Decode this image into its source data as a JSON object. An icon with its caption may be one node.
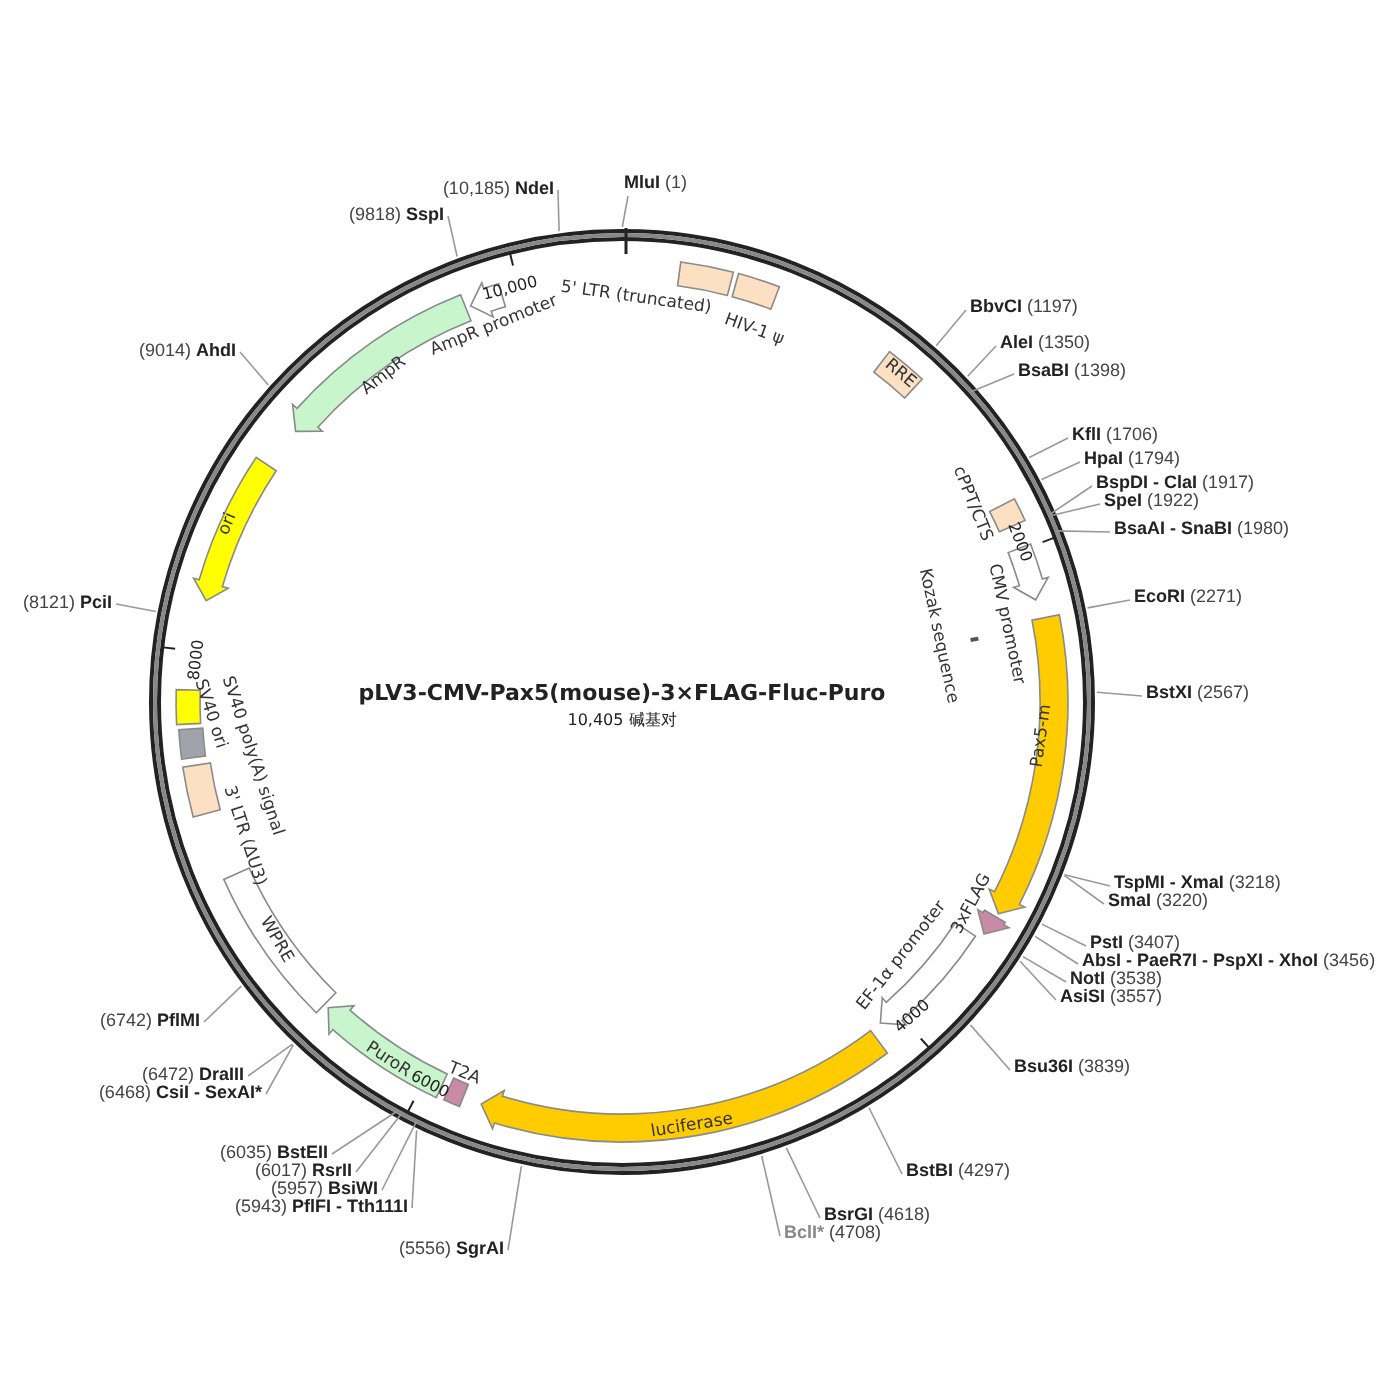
{
  "diagram": {
    "title": "pLV3-CMV-Pax5(mouse)-3×FLAG-Fluc-Puro",
    "nodes": [
      {
        "text": [
          "5' LTR (truncated)"
        ]
      },
      {
        "text": [
          "HIV-1 ψ"
        ]
      },
      {
        "text": [
          "RRE"
        ]
      },
      {
        "text": [
          "cPPT/CTS"
        ]
      },
      {
        "text": [
          "CMV promoter"
        ]
      },
      {
        "text": [
          "Kozak sequence"
        ]
      },
      {
        "text": [
          "Pax5-m"
        ]
      },
      {
        "text": [
          "3xFLAG"
        ]
      },
      {
        "text": [
          "EF-1α promoter"
        ]
      },
      {
        "text": [
          "luciferase"
        ]
      },
      {
        "text": [
          "T2A"
        ]
      },
      {
        "text": [
          "PuroR"
        ]
      },
      {
        "text": [
          "WPRE"
        ]
      },
      {
        "text": [
          "3' LTR (ΔU3)"
        ]
      },
      {
        "text": [
          "SV40 ori"
        ]
      },
      {
        "text": [
          "SV40 poly(A) signal"
        ]
      },
      {
        "text": [
          "ori"
        ]
      },
      {
        "text": [
          "AmpR"
        ]
      },
      {
        "text": [
          "AmpR promoter"
        ]
      },
      {
        "text": [
          "MluI",
          "(1)"
        ]
      },
      {
        "text": [
          "BbvCI",
          "(1197)"
        ]
      },
      {
        "text": [
          "AleI",
          "(1350)"
        ]
      },
      {
        "text": [
          "BsaBI",
          "(1398)"
        ]
      },
      {
        "text": [
          "KflI",
          "(1706)"
        ]
      },
      {
        "text": [
          "HpaI",
          "(1794)"
        ]
      },
      {
        "text": [
          "BspDI - ClaI",
          "(1917)"
        ]
      },
      {
        "text": [
          "SpeI",
          "(1922)"
        ]
      },
      {
        "text": [
          "BsaAI - SnaBI",
          "(1980)"
        ]
      },
      {
        "text": [
          "EcoRI",
          "(2271)"
        ]
      },
      {
        "text": [
          "BstXI",
          "(2567)"
        ]
      },
      {
        "text": [
          "TspMI - XmaI",
          "(3218)"
        ]
      },
      {
        "text": [
          "SmaI",
          "(3220)"
        ]
      },
      {
        "text": [
          "PstI",
          "(3407)"
        ]
      },
      {
        "text": [
          "AbsI - PaeR7I - PspXI - XhoI",
          "(3456)"
        ]
      },
      {
        "text": [
          "NotI",
          "(3538)"
        ]
      },
      {
        "text": [
          "AsiSI",
          "(3557)"
        ]
      },
      {
        "text": [
          "Bsu36I",
          "(3839)"
        ]
      },
      {
        "text": [
          "BstBI",
          "(4297)"
        ]
      },
      {
        "text": [
          "BsrGI",
          "(4618)"
        ]
      },
      {
        "text": [
          "BclI*",
          "(4708)"
        ]
      },
      {
        "text": [
          "(5556)",
          "SgrAI"
        ]
      },
      {
        "text": [
          "(5943)",
          "PflFI - Tth111I"
        ]
      },
      {
        "text": [
          "(5957)",
          "BsiWI"
        ]
      },
      {
        "text": [
          "(6017)",
          "RsrII"
        ]
      },
      {
        "text": [
          "(6035)",
          "BstEII"
        ]
      },
      {
        "text": [
          "(6468)",
          "CsiI - SexAI*"
        ]
      },
      {
        "text": [
          "(6472)",
          "DraIII"
        ]
      },
      {
        "text": [
          "(6742)",
          "PflMI"
        ]
      },
      {
        "text": [
          "(8121)",
          "PciI"
        ]
      },
      {
        "text": [
          "(9014)",
          "AhdI"
        ]
      },
      {
        "text": [
          "(9818)",
          "SspI"
        ]
      },
      {
        "text": [
          "(10,185)",
          "NdeI"
        ]
      }
    ],
    "edges": [
      {
        "from": 19,
        "to": null,
        "arrow": "none"
      },
      {
        "from": 20,
        "to": null,
        "arrow": "none"
      },
      {
        "from": 21,
        "to": null,
        "arrow": "none"
      },
      {
        "from": 22,
        "to": null,
        "arrow": "none"
      },
      {
        "from": 23,
        "to": null,
        "arrow": "none"
      },
      {
        "from": 24,
        "to": null,
        "arrow": "none"
      },
      {
        "from": 25,
        "to": null,
        "arrow": "none"
      },
      {
        "from": 26,
        "to": null,
        "arrow": "none"
      },
      {
        "from": 27,
        "to": null,
        "arrow": "none"
      },
      {
        "from": 28,
        "to": null,
        "arrow": "none"
      },
      {
        "from": 29,
        "to": null,
        "arrow": "none"
      },
      {
        "from": 30,
        "to": null,
        "arrow": "none"
      },
      {
        "from": 31,
        "to": null,
        "arrow": "none"
      },
      {
        "from": 32,
        "to": null,
        "arrow": "none"
      },
      {
        "from": 33,
        "to": null,
        "arrow": "none"
      },
      {
        "from": 34,
        "to": null,
        "arrow": "none"
      },
      {
        "from": 35,
        "to": null,
        "arrow": "none"
      },
      {
        "from": 36,
        "to": null,
        "arrow": "none"
      },
      {
        "from": 37,
        "to": null,
        "arrow": "none"
      },
      {
        "from": 38,
        "to": null,
        "arrow": "none"
      },
      {
        "from": 39,
        "to": null,
        "arrow": "none"
      },
      {
        "from": 40,
        "to": null,
        "arrow": "none"
      },
      {
        "from": 41,
        "to": null,
        "arrow": "none"
      },
      {
        "from": 42,
        "to": null,
        "arrow": "none"
      },
      {
        "from": 43,
        "to": null,
        "arrow": "none"
      },
      {
        "from": 44,
        "to": null,
        "arrow": "none"
      },
      {
        "from": 45,
        "to": null,
        "arrow": "none"
      },
      {
        "from": 46,
        "to": null,
        "arrow": "none"
      },
      {
        "from": 47,
        "to": null,
        "arrow": "none"
      },
      {
        "from": 48,
        "to": null,
        "arrow": "none"
      },
      {
        "from": 49,
        "to": null,
        "arrow": "none"
      },
      {
        "from": 50,
        "to": null,
        "arrow": "none"
      },
      {
        "from": 51,
        "to": null,
        "arrow": "none"
      }
    ],
    "labels": [
      "10,000",
      "2000",
      "8000",
      "10,405 碱基对",
      "4000",
      "6000"
    ]
  }
}
